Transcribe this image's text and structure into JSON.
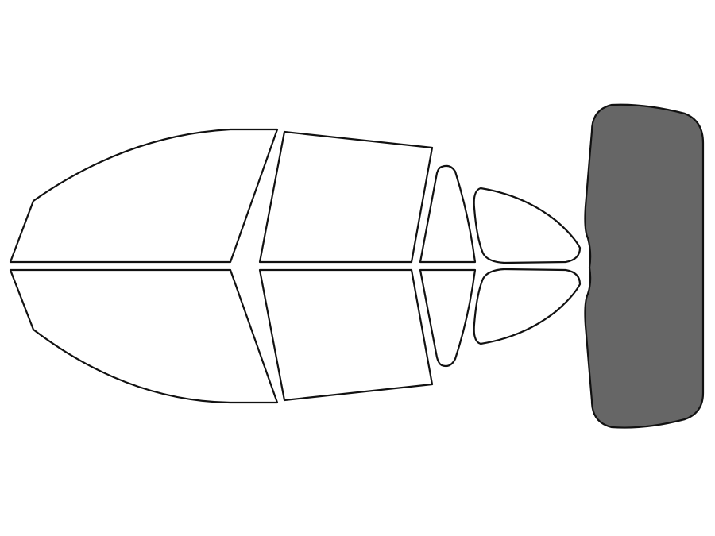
{
  "colors": {
    "background": "#ffffff",
    "outline": "#111111",
    "untinted_fill": "#ffffff",
    "tinted_fill": "#666666"
  },
  "panes": [
    {
      "name": "windshield-upper-half",
      "tinted": false
    },
    {
      "name": "windshield-lower-half",
      "tinted": false
    },
    {
      "name": "front-door-window-upper",
      "tinted": false
    },
    {
      "name": "front-door-window-lower",
      "tinted": false
    },
    {
      "name": "rear-vent-window-upper",
      "tinted": false
    },
    {
      "name": "rear-vent-window-lower",
      "tinted": false
    },
    {
      "name": "quarter-window-upper",
      "tinted": false
    },
    {
      "name": "quarter-window-lower",
      "tinted": false
    },
    {
      "name": "back-window",
      "tinted": true
    }
  ]
}
